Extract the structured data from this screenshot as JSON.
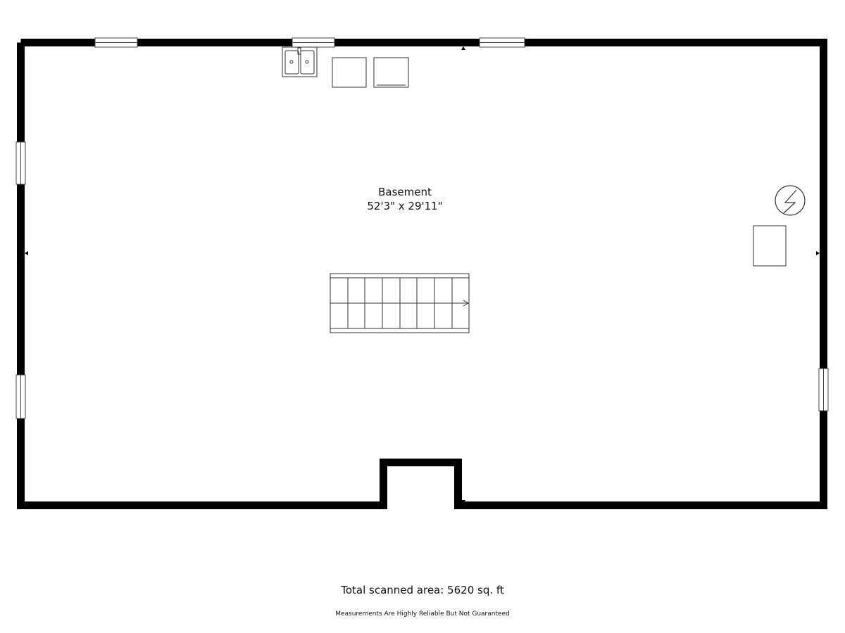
{
  "room": {
    "name": "Basement",
    "dimensions": "52'3\" x 29'11\""
  },
  "footer": {
    "total_area": "Total scanned area: 5620 sq. ft",
    "disclaimer": "Measurements Are Highly Reliable But Not Guaranteed"
  },
  "colors": {
    "wall": "#000000",
    "fixture_stroke": "#333333",
    "background": "#ffffff"
  },
  "icons": {
    "sink": "double-sink-icon",
    "electrical_panel": "lightning-circle-icon",
    "stairs": "stairs-icon"
  }
}
